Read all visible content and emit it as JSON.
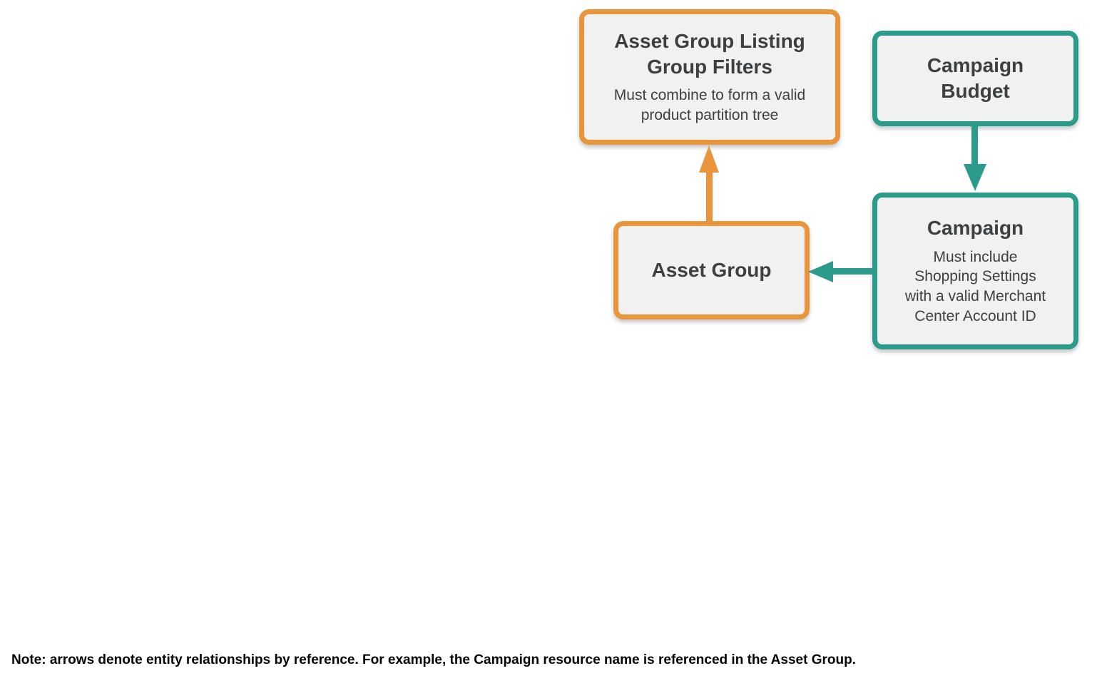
{
  "diagram": {
    "nodes": [
      {
        "id": "asset-group-listing-group-filters",
        "title": "Asset Group Listing Group Filters",
        "subtitle": "Must combine to form a valid product partition tree",
        "border_color": "orange"
      },
      {
        "id": "campaign-budget",
        "title": "Campaign Budget",
        "subtitle": "",
        "border_color": "teal"
      },
      {
        "id": "asset-group",
        "title": "Asset Group",
        "subtitle": "",
        "border_color": "orange"
      },
      {
        "id": "campaign",
        "title": "Campaign",
        "subtitle": "Must include Shopping Settings with a valid Merchant Center Account ID",
        "border_color": "teal"
      }
    ],
    "edges": [
      {
        "from": "asset-group",
        "to": "asset-group-listing-group-filters",
        "color": "orange",
        "direction": "up"
      },
      {
        "from": "campaign-budget",
        "to": "campaign",
        "color": "teal",
        "direction": "down"
      },
      {
        "from": "campaign",
        "to": "asset-group",
        "color": "teal",
        "direction": "left"
      }
    ]
  },
  "note": "Note: arrows denote entity relationships by reference. For example, the Campaign resource name is referenced in the Asset Group.",
  "colors": {
    "orange": "#E8953C",
    "teal": "#2B9C8B",
    "node_fill": "#F1F1F2",
    "node_text": "#3C4043",
    "note_text": "#000000"
  }
}
